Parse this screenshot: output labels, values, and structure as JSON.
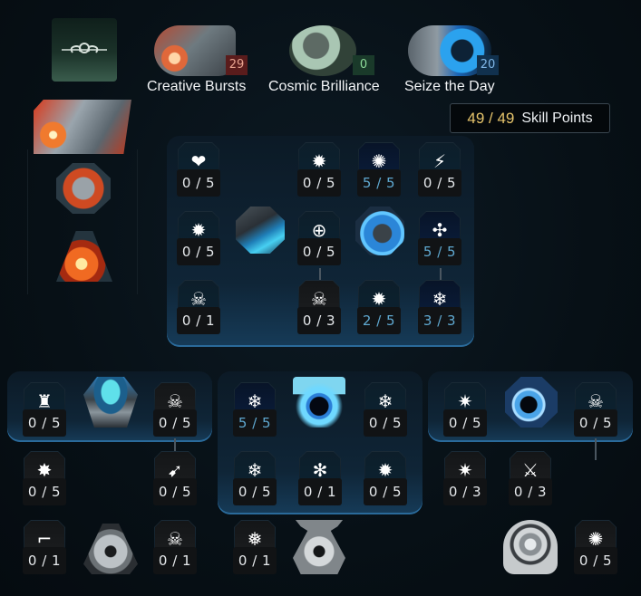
{
  "header": {
    "respec_icon": "infinity-knot-icon",
    "trees": [
      {
        "name": "Creative Bursts",
        "points": "29",
        "badge_bg": "#5a1c1c",
        "badge_fg": "#e8a38f",
        "accent": "#d24a2a"
      },
      {
        "name": "Cosmic Brilliance",
        "points": "0",
        "badge_bg": "#1a3a2a",
        "badge_fg": "#8ddc9a",
        "accent": "#9ab8a0"
      },
      {
        "name": "Seize the Day",
        "points": "20",
        "badge_bg": "#11314e",
        "badge_fg": "#7fb6e6",
        "accent": "#2b8fe0"
      }
    ],
    "skill_points": {
      "value": "49 / 49",
      "label": "Skill Points"
    }
  },
  "sidebar": {
    "tree_icons": [
      {
        "name": "creative-bursts-tree-icon"
      },
      {
        "name": "skull-tentacle-icon"
      },
      {
        "name": "fire-meteor-icon"
      }
    ]
  },
  "main_panel": {
    "nodes": [
      {
        "id": "heart-infinity",
        "glyph": "❤",
        "rank": "0 / 5",
        "lit": false
      },
      {
        "id": "maple-crest-a",
        "glyph": "✹",
        "rank": "0 / 5",
        "lit": false
      },
      {
        "id": "maple-orb",
        "glyph": "✺",
        "rank": "5 / 5",
        "lit": true
      },
      {
        "id": "flex-strike",
        "glyph": "⚡",
        "rank": "0 / 5",
        "lit": false
      },
      {
        "id": "maple-stack",
        "glyph": "✹",
        "rank": "0 / 5",
        "lit": false
      },
      {
        "id": "crosshair",
        "glyph": "⊕",
        "rank": "0 / 5",
        "lit": false
      },
      {
        "id": "vortex-focus",
        "glyph": "✣",
        "rank": "5 / 5",
        "lit": true
      },
      {
        "id": "skull-orbit",
        "glyph": "☠",
        "rank": "0 / 1",
        "lit": false
      },
      {
        "id": "skull-strike",
        "glyph": "☠",
        "rank": "0 / 3",
        "lit": false
      },
      {
        "id": "maple-gears",
        "glyph": "✹",
        "rank": "2 / 5",
        "lit": true
      },
      {
        "id": "snowflake-up",
        "glyph": "❄",
        "rank": "3 / 3",
        "lit": true
      }
    ],
    "emblems": [
      "dash-emblem",
      "slash-emblem"
    ]
  },
  "bottom_panels": {
    "left": {
      "emblem": "orbit-gadget-emblem",
      "nodes": [
        {
          "id": "crown-gear",
          "glyph": "♜",
          "rank": "0 / 5",
          "lit": false
        },
        {
          "id": "skull-crack",
          "glyph": "☠",
          "rank": "0 / 5",
          "lit": false
        },
        {
          "id": "spike-burst",
          "glyph": "✸",
          "rank": "0 / 5",
          "lit": false
        },
        {
          "id": "boot-wing",
          "glyph": "➹",
          "rank": "0 / 5",
          "lit": false
        },
        {
          "id": "gun-ring",
          "glyph": "⌐",
          "rank": "0 / 1",
          "lit": false
        },
        {
          "id": "skull-ring",
          "glyph": "☠",
          "rank": "0 / 1",
          "lit": false
        }
      ],
      "extra_emblem": "bubble-rock-emblem"
    },
    "center": {
      "emblem": "black-hole-emblem",
      "nodes": [
        {
          "id": "snow-slash",
          "glyph": "❄",
          "rank": "5 / 5",
          "lit": true
        },
        {
          "id": "snow-dots",
          "glyph": "❄",
          "rank": "0 / 5",
          "lit": false
        },
        {
          "id": "snow-gear",
          "glyph": "❄",
          "rank": "0 / 5",
          "lit": false
        },
        {
          "id": "skull-flake",
          "glyph": "✻",
          "rank": "0 / 1",
          "lit": false
        },
        {
          "id": "maple-snow",
          "glyph": "✹",
          "rank": "0 / 5",
          "lit": false
        },
        {
          "id": "triple-snow",
          "glyph": "❅",
          "rank": "0 / 1",
          "lit": false
        }
      ],
      "extra_emblem": "pedestal-hole-emblem"
    },
    "right": {
      "emblem": "bubble-cannon-emblem",
      "nodes": [
        {
          "id": "spin-burst",
          "glyph": "✷",
          "rank": "0 / 5",
          "lit": false
        },
        {
          "id": "skull-swords",
          "glyph": "☠",
          "rank": "0 / 5",
          "lit": false
        },
        {
          "id": "spin-gear",
          "glyph": "✷",
          "rank": "0 / 3",
          "lit": false
        },
        {
          "id": "horn-gear",
          "glyph": "⚔",
          "rank": "0 / 3",
          "lit": false
        },
        {
          "id": "maple-orb-b",
          "glyph": "✺",
          "rank": "0 / 5",
          "lit": false
        }
      ],
      "extra_emblem": "vortex-disc-emblem"
    }
  }
}
